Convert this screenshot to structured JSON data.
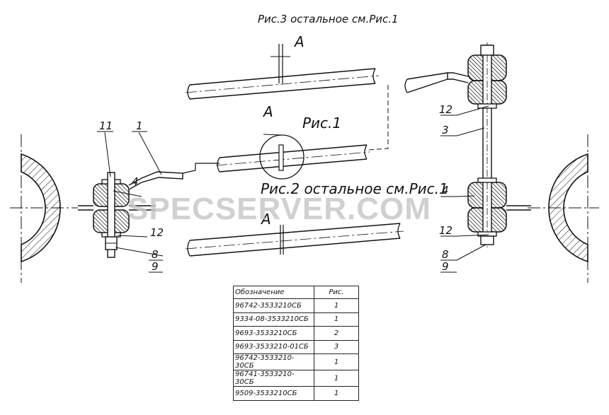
{
  "captions": {
    "fig3": "Рис.3 остальное см.Рис.1",
    "fig1": "Рис.1",
    "fig2": "Рис.2 остальное см.Рис.1",
    "view_a_top": "А",
    "view_a_mid": "А",
    "view_a_bot": "А"
  },
  "callouts": {
    "left": [
      "11",
      "1",
      "4",
      "12",
      "8",
      "9"
    ],
    "right": [
      "12",
      "3",
      "4",
      "12",
      "8",
      "9"
    ]
  },
  "watermark": "SPECSERVER.COM",
  "table": {
    "headers": [
      "Обозначение",
      "Рис."
    ],
    "rows": [
      [
        "96742-3533210СБ",
        "1"
      ],
      [
        "9334-08-3533210СБ",
        "1"
      ],
      [
        "9693-3533210СБ",
        "2"
      ],
      [
        "9693-3533210-01СБ",
        "3"
      ],
      [
        "96742-3533210-30СБ",
        "1"
      ],
      [
        "96741-3533210-30СБ",
        "1"
      ],
      [
        "9509-3533210СБ",
        "1"
      ]
    ]
  }
}
